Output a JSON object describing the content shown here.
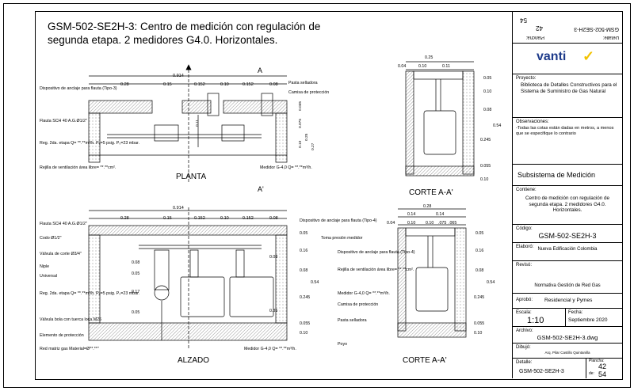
{
  "title": "GSM-502-SE2H-3: Centro de medición con regulación de segunda etapa.  2 medidores G4.0. Horizontales.",
  "views": {
    "planta": "PLANTA",
    "alzado": "ALZADO",
    "corte_top": "CORTE A-A'",
    "corte_bottom": "CORTE A-A'",
    "section_a": "A",
    "section_a_prime": "A'"
  },
  "planta_labels": {
    "anclaje": "Dispositivo de anclaje para flauta (Tipo-3)",
    "flauta": "Flauta SCH 40 A.G.Ø1/2\"",
    "reg": "Reg. 2da. etapa Q= **.**m³/h. Pₑ=5 psig. Pₛ=23 mbar.",
    "rejilla": "Rejilla de ventilación área libre= **.**cm².",
    "pasta": "Pasta selladora",
    "camisa": "Camisa de protección",
    "medidor": "Medidor G-4,0 Q= **.**m³/h."
  },
  "alzado_labels": {
    "flauta": "Flauta SCH 40 A.G.Ø1/2\"",
    "codo": "Codo Ø1/2\"",
    "valvula": "Válvula de corte Ø3/4\"",
    "niple": "Niple",
    "universal": "Universal",
    "reg": "Reg. 2da. etapa Q= **.**m³/h. Pₑ=5 psig. Pₛ=23 mbar.",
    "valvula_bola": "Válvula bola con tuerca loca M26",
    "elemento": "Elemento de protección",
    "red": "Red matriz gas Material=Ø**.**\"",
    "anclaje": "Dispositivo de anclaje para flauta (Tipo-4)",
    "toma": "Toma presión medidor",
    "medidor": "Medidor G-4,0 Q= **.**m³/h."
  },
  "corte_labels": {
    "anclaje": "Dispositivo de anclaje para flauta (Tipo-4)",
    "rejilla": "Rejilla de ventilación área libre= **.**cm².",
    "medidor": "Medidor G-4,0 Q= **.**m³/h.",
    "camisa": "Camisa de protección",
    "pasta": "Pasta selladora",
    "poyo": "Poyo"
  },
  "dims": {
    "overall": "0.914",
    "row": [
      "0.28",
      "0.15",
      "0.152",
      "0.10",
      "0.152",
      "0.08"
    ],
    "planta_v": [
      "0.035",
      "0.075",
      "0.10",
      "0.10",
      "0.25",
      "0.27",
      "0.11",
      "0.04"
    ],
    "alzado_v": [
      "0.08",
      "0.05",
      "0.17",
      "0.05",
      "0.08",
      "0.35",
      "0.05"
    ],
    "corte_top_h": [
      "0.25",
      "0.04",
      "0.10",
      "0.11"
    ],
    "corte_top_v": [
      "0.05",
      "0.10",
      "0.08",
      "0.54",
      "0.245",
      "0.055",
      "0.10"
    ],
    "corte_bot_h": [
      "0.28",
      "0.14",
      "0.14",
      "0.04",
      "0.10",
      "0.10",
      ".075",
      ".065"
    ],
    "corte_bot_v": [
      "0.05",
      "0.16",
      "0.08",
      "0.54",
      "0.245",
      "0.055",
      "0.10"
    ],
    "alzado_right": [
      "0.05",
      "0.16",
      "0.08",
      "0.54",
      "0.245",
      "0.055",
      "0.10"
    ]
  },
  "title_block": {
    "rot_code": "GSM-502-SE2H-3",
    "rot_detalle": "Detalle:",
    "rot_plancha": "Plancha:",
    "rot_42": "42",
    "rot_54": "54",
    "logo": "vanti",
    "proyecto_label": "Proyecto:",
    "proyecto": "Biblioteca de Detalles Constructivos para el Sistema de Suministro de Gas Natural",
    "obs_label": "Observaciones:",
    "obs": "-Todas las cotas están dadas en metros, a menos que se especifique lo contrario",
    "subsistema": "Subsistema de Medición",
    "contiene_label": "Contiene:",
    "contiene": "Centro de medición con regulación de segunda etapa. 2 medidores G4.0. Horizontales.",
    "codigo_label": "Código:",
    "codigo": "GSM-502-SE2H-3",
    "elaboro_label": "Elaboró:",
    "elaboro": "Nueva Edificación Colombia",
    "reviso_label": "Revisó:",
    "reviso": "Normativa Gestión de Red Gas",
    "aprobo_label": "Aprobó:",
    "aprobo": "Residencial y Pymes",
    "escala_label": "Escala:",
    "escala": "1:10",
    "fecha_label": "Fecha:",
    "fecha": "Septiembre 2020",
    "archivo_label": "Archivo:",
    "archivo": "GSM-502-SE2H-3.dwg",
    "dibujo_label": "Dibujó:",
    "dibujo": "Arq. Pilar Castillo Quintanilla",
    "detalle_label": "Detalle:",
    "detalle": "GSM-502-SE2H-3",
    "plancha_label": "Plancha:",
    "plancha": "42",
    "de_label": "de:",
    "de": "54"
  },
  "colors": {
    "brand": "#1d3a8a",
    "accent": "#f2c200",
    "hatch": "#555555"
  }
}
